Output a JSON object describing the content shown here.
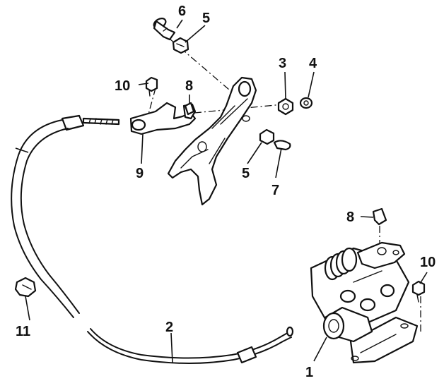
{
  "callouts": {
    "c1": "1",
    "c2": "2",
    "c3": "3",
    "c4": "4",
    "c5a": "5",
    "c5b": "5",
    "c6": "6",
    "c7": "7",
    "c8a": "8",
    "c8b": "8",
    "c9": "9",
    "c10a": "10",
    "c10b": "10",
    "c11": "11"
  }
}
